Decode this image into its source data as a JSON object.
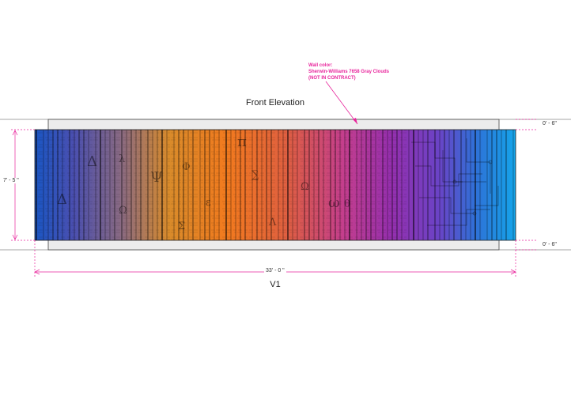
{
  "drawing": {
    "title": "Front Elevation",
    "view_label": "V1",
    "wall_note": {
      "line1": "Wall color:",
      "line2": "Sherwin-Williams 7658 Gray Clouds",
      "line3": "(NOT IN CONTRACT)"
    },
    "dimensions": {
      "height": "7' - 5 \"",
      "width": "33' - 0 \"",
      "top_offset": "0' - 6\"",
      "bottom_offset": "0' - 6\""
    },
    "glyphs": [
      "Δ",
      "Ω",
      "λ",
      "Ψ",
      "Σ",
      "Φ",
      "π",
      "∑",
      "Λ",
      "ω",
      "θ",
      "ε"
    ],
    "colors": {
      "gradient": [
        "#1a56c4",
        "#5d4aa8",
        "#c9862c",
        "#f27a1e",
        "#e2693a",
        "#b83a96",
        "#9a2fa8",
        "#6d3dc0",
        "#1c7fdc",
        "#1ea0e8"
      ],
      "annotation": "#e8259c",
      "wall": "#ececec",
      "line": "#444444"
    }
  }
}
